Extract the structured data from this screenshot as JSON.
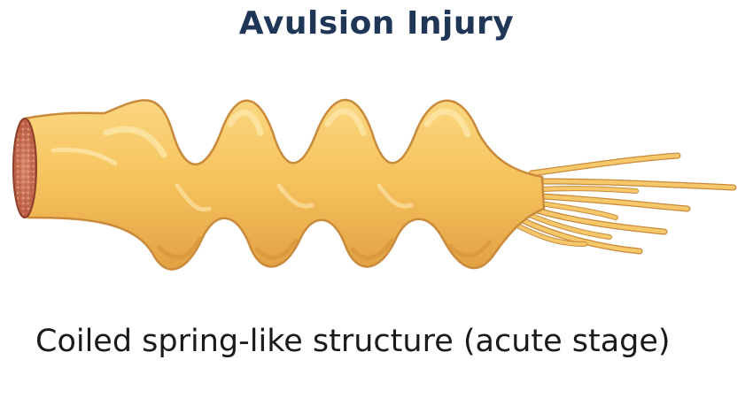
{
  "title": "Avulsion Injury",
  "caption": "Coiled spring-like structure (acute stage)",
  "colors": {
    "title": "#1f3657",
    "nerve_fill": "#f4c15c",
    "nerve_highlight": "#fce5a4",
    "nerve_shadow": "#d8943a",
    "nerve_outline": "#c98a3c",
    "cut_end": "#c96a4e",
    "fiber": "#f6c86a"
  },
  "illustration": {
    "subject": "coiled nerve",
    "icon": "coiled-nerve-icon"
  }
}
